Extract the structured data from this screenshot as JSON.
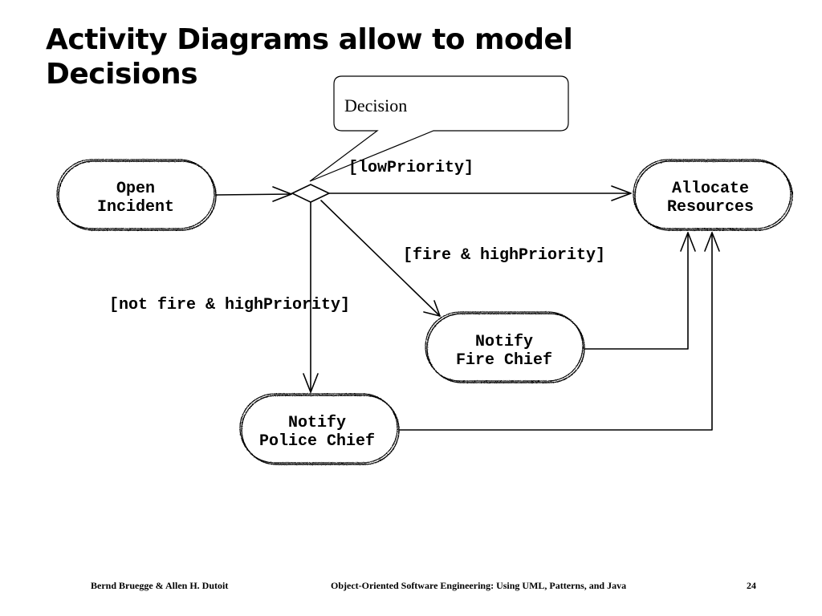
{
  "title": {
    "line1": "Activity Diagrams allow to model",
    "line2": "Decisions"
  },
  "callout": {
    "text": "Decision"
  },
  "nodes": {
    "open_incident": {
      "line1": "Open",
      "line2": "Incident"
    },
    "allocate_resources": {
      "line1": "Allocate",
      "line2": "Resources"
    },
    "notify_fire_chief": {
      "line1": "Notify",
      "line2": "Fire Chief"
    },
    "notify_police_chief": {
      "line1": "Notify",
      "line2": "Police Chief"
    }
  },
  "guards": {
    "low_priority": "[lowPriority]",
    "fire_high_priority": "[fire & highPriority]",
    "not_fire_high_priority": "[not fire & highPriority]"
  },
  "footer": {
    "authors": "Bernd Bruegge & Allen H. Dutoit",
    "book": "Object-Oriented Software Engineering: Using UML, Patterns, and Java",
    "page": "24"
  }
}
